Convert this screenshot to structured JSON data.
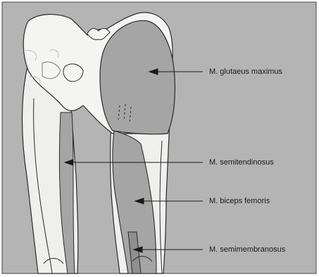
{
  "labels": [
    {
      "id": "glutaeus",
      "text": "M. glutaeus maximus"
    },
    {
      "id": "semitendinosus",
      "text": "M. semitendinosus"
    },
    {
      "id": "biceps",
      "text": "M. biceps femoris"
    },
    {
      "id": "semimembranosus",
      "text": "M. semimembranosus"
    }
  ],
  "colors": {
    "background": "#b4b4b4",
    "bone": "#f4f4f2",
    "muscle": "#a5a5a5",
    "outline": "#2a2a2a"
  }
}
